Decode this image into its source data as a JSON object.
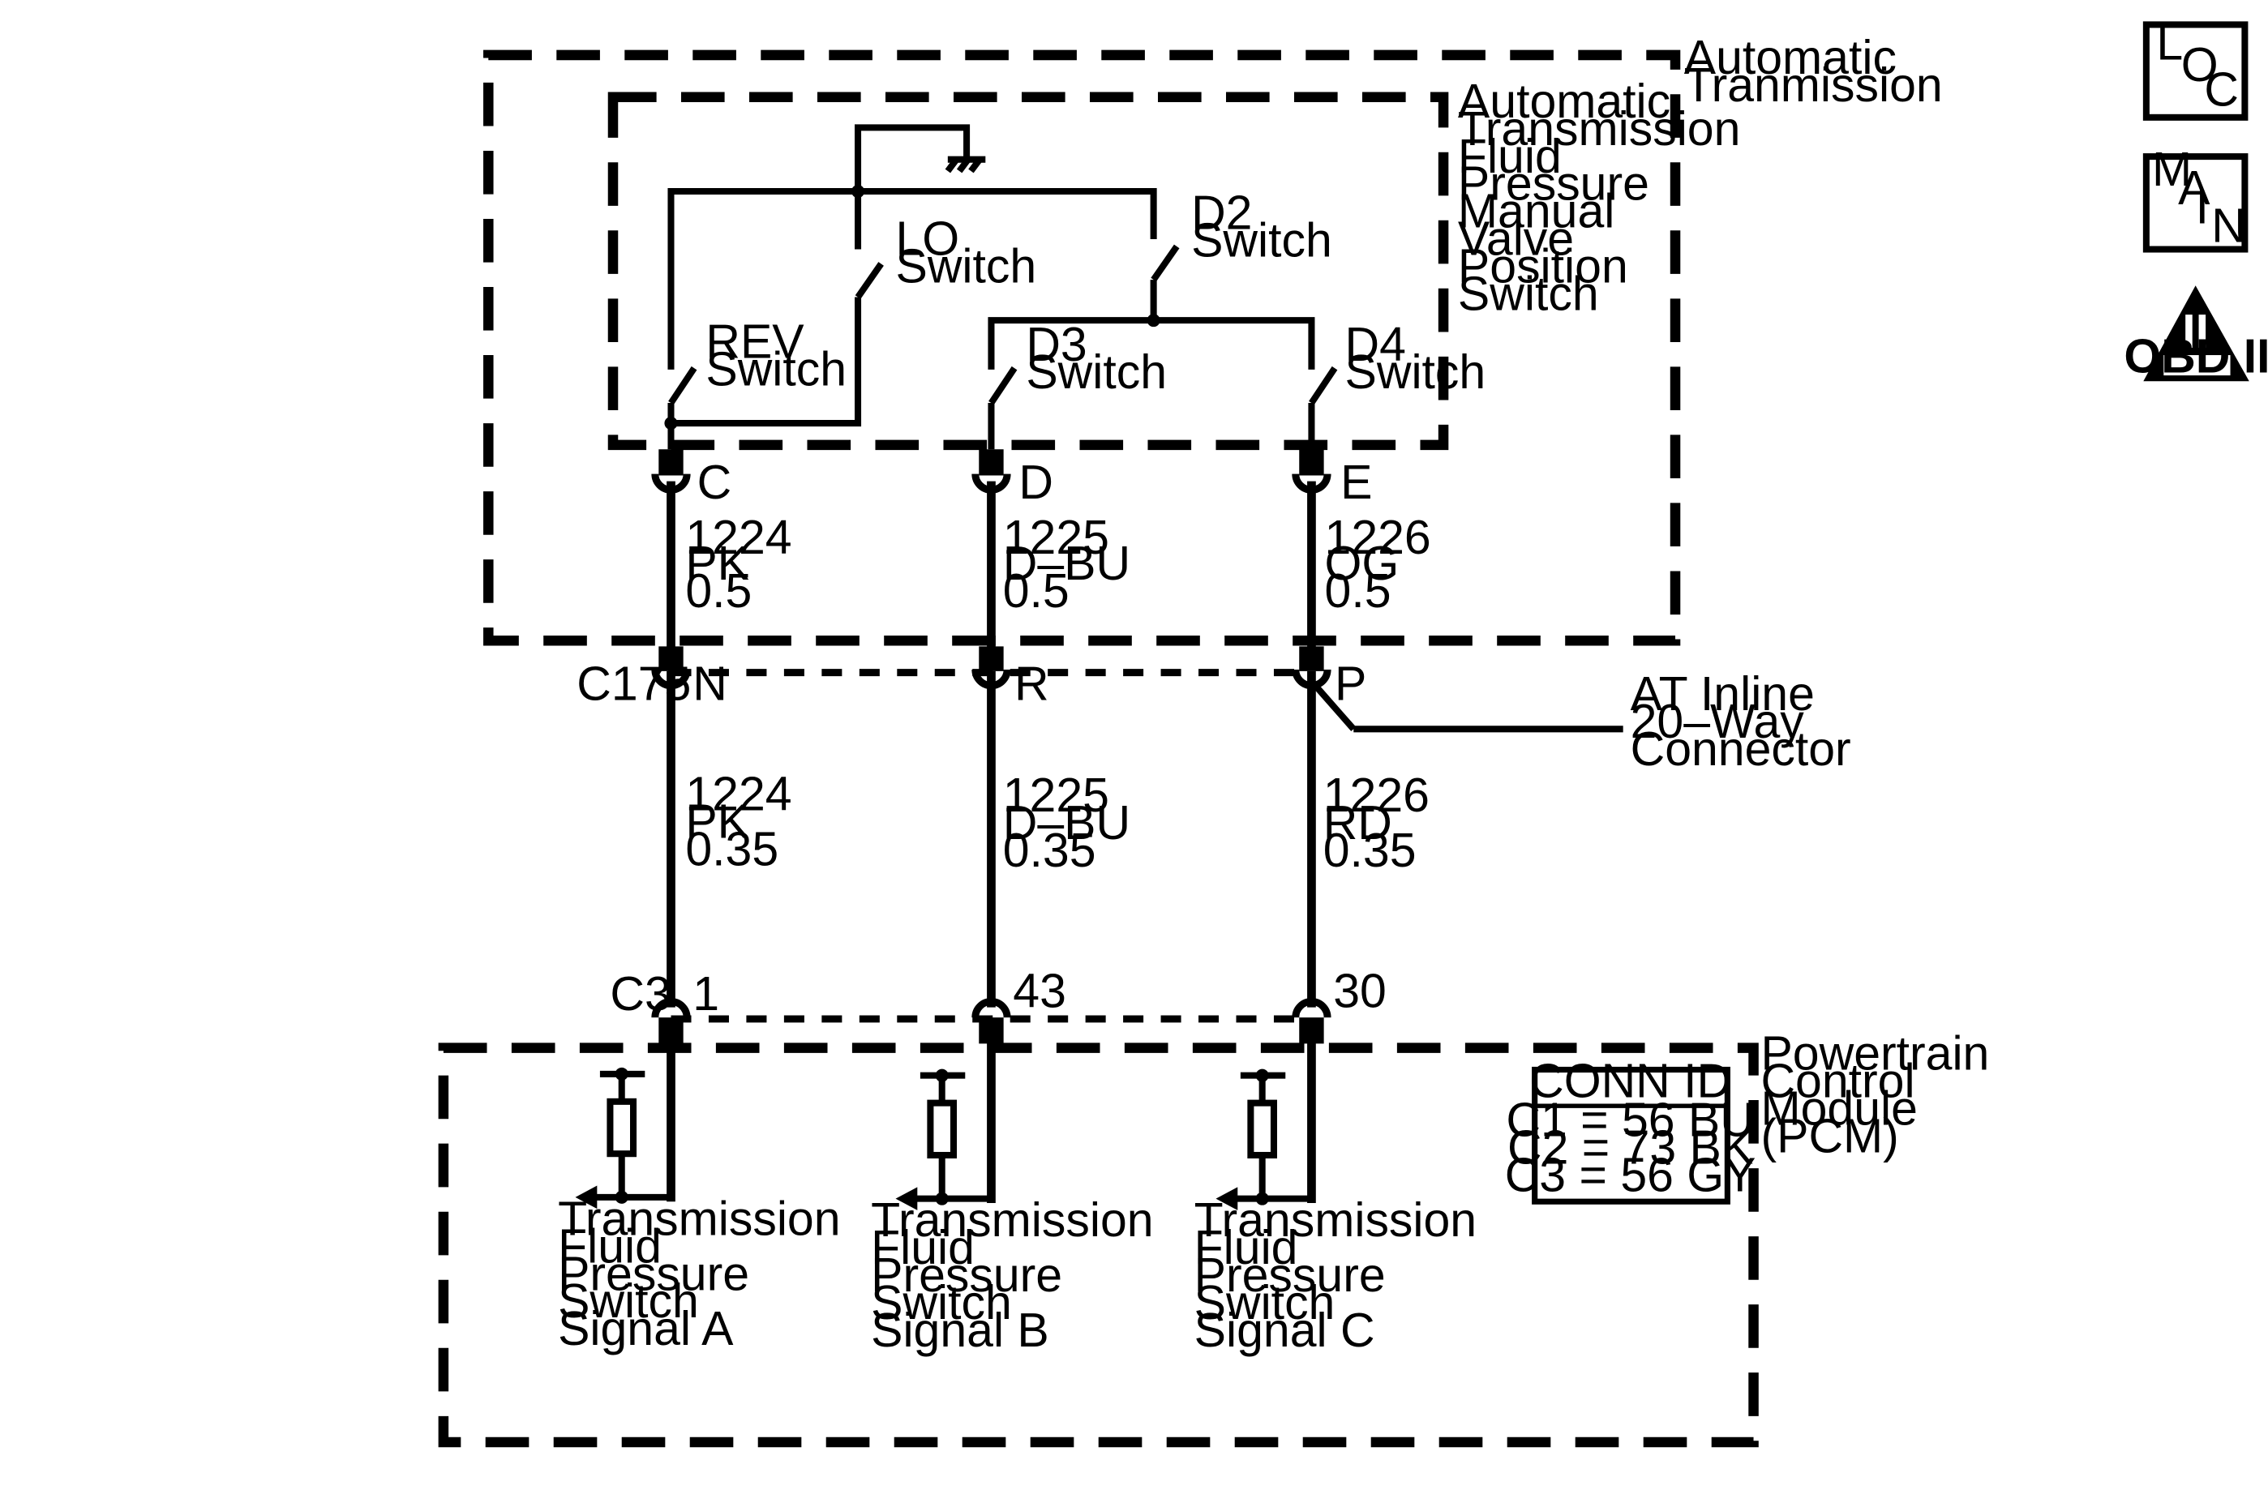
{
  "modules": {
    "transmission": [
      "Automatic",
      "Tranmission"
    ],
    "switch_assembly": [
      "Automatic",
      "Transmission",
      "Fluid",
      "Pressure",
      "Manual",
      "Valve",
      "Position",
      "Switch"
    ],
    "pcm": [
      "Powertrain",
      "Control",
      "Module",
      "(PCM)"
    ]
  },
  "switches": {
    "rev": [
      "REV",
      "Switch"
    ],
    "lo": [
      "LO",
      "Switch"
    ],
    "d2": [
      "D2",
      "Switch"
    ],
    "d3": [
      "D3",
      "Switch"
    ],
    "d4": [
      "D4",
      "Switch"
    ]
  },
  "connectors": {
    "switch_pins": [
      "C",
      "D",
      "E"
    ],
    "inline_name": "C175",
    "inline_pins": [
      "N",
      "R",
      "P"
    ],
    "inline_label": [
      "AT Inline",
      "20–Way",
      "Connector"
    ],
    "pcm_name": "C3",
    "pcm_pins": [
      "1",
      "43",
      "30"
    ]
  },
  "wires": {
    "upper": [
      [
        "1224",
        "PK",
        "0.5"
      ],
      [
        "1225",
        "D–BU",
        "0.5"
      ],
      [
        "1226",
        "OG",
        "0.5"
      ]
    ],
    "lower": [
      [
        "1224",
        "PK",
        "0.35"
      ],
      [
        "1225",
        "D–BU",
        "0.35"
      ],
      [
        "1226",
        "RD",
        "0.35"
      ]
    ]
  },
  "signals": [
    [
      "Transmission",
      "Fluid",
      "Pressure",
      "Switch",
      "Signal A"
    ],
    [
      "Transmission",
      "Fluid",
      "Pressure",
      "Switch",
      "Signal B"
    ],
    [
      "Transmission",
      "Fluid",
      "Pressure",
      "Switch",
      "Signal C"
    ]
  ],
  "conn_id": {
    "title": "CONN ID",
    "rows": [
      "C1 = 56 BU",
      "C2 = 73 BK",
      "C3 = 56 GY"
    ]
  },
  "badges": {
    "loc": [
      "L",
      "O",
      "C"
    ],
    "main": [
      "M",
      "A",
      "I",
      "N"
    ],
    "obd": {
      "numeral": "II",
      "text": "OBD II"
    }
  }
}
